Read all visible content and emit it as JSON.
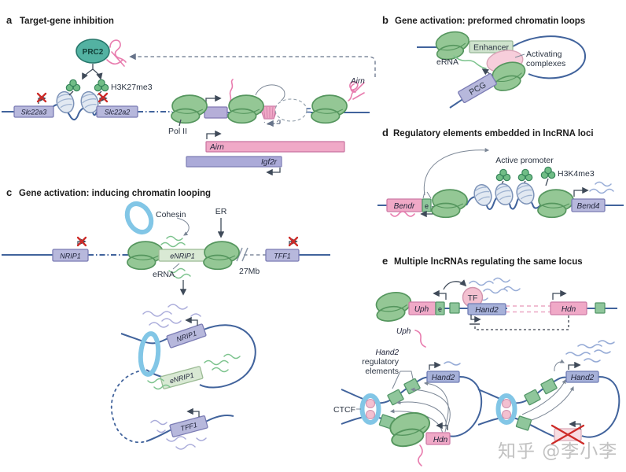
{
  "panels": {
    "a": {
      "letter": "a",
      "title": "Target-gene inhibition",
      "prc2": "PRC2",
      "h3k27me3": "H3K27me3",
      "gene_left": "Slc22a3",
      "gene_right": "Slc22a2",
      "pol_ii": "Pol II",
      "airn_rna": "Airn",
      "airn_bar": "Airn",
      "igf2r_bar": "Igf2r"
    },
    "b": {
      "letter": "b",
      "title": "Gene activation: preformed chromatin loops",
      "enhancer": "Enhancer",
      "erna": "eRNA",
      "activating_line1": "Activating",
      "activating_line2": "complexes",
      "pcg": "PCG"
    },
    "c": {
      "letter": "c",
      "title": "Gene activation: inducing chromatin looping",
      "cohesin": "Cohesin",
      "er": "ER",
      "nrip1": "NRIP1",
      "enrip1": "eNRIP1",
      "tff1": "TFF1",
      "erna": "eRNA",
      "distance": "27Mb",
      "loop_nrip1": "NRIP1",
      "loop_enrip1": "eNRIP1",
      "loop_tff1": "TFF1"
    },
    "d": {
      "letter": "d",
      "title": "Regulatory elements embedded in lncRNA loci",
      "bendr": "Bendr",
      "e": "e",
      "active_promoter": "Active promoter",
      "h3k4me3": "H3K4me3",
      "bend4": "Bend4"
    },
    "e": {
      "letter": "e",
      "title": "Multiple lncRNAs regulating the same locus",
      "uph_box": "Uph",
      "e": "e",
      "tf": "TF",
      "hand2_top": "Hand2",
      "hdn_top": "Hdn",
      "uph_rna": "Uph",
      "reg_label_line1": "Hand2",
      "reg_label_line2": "regulatory",
      "reg_label_line3": "elements",
      "ctcf": "CTCF",
      "hand2_left": "Hand2",
      "hdn_left": "Hdn",
      "hand2_right": "Hand2"
    }
  },
  "watermark": "知乎 @李小李",
  "colors": {
    "pol_ii_green": "#94c795",
    "prc2_teal": "#53b2a2",
    "gene_lavender": "#b7b8dc",
    "gene_pink": "#f0a9c7",
    "hand2_blue": "#a7b1d9",
    "element_green": "#8fc69b",
    "enhancer_green": "#cfe3cd",
    "dna_blue": "#41639c",
    "cohesin_blue": "#82c6e6",
    "inhibit_red": "#ce2b28",
    "rna_pink": "#e87cae",
    "rna_green": "#7cc38d",
    "rna_blue": "#96abd6",
    "complex_pink": "#f7cedb"
  }
}
